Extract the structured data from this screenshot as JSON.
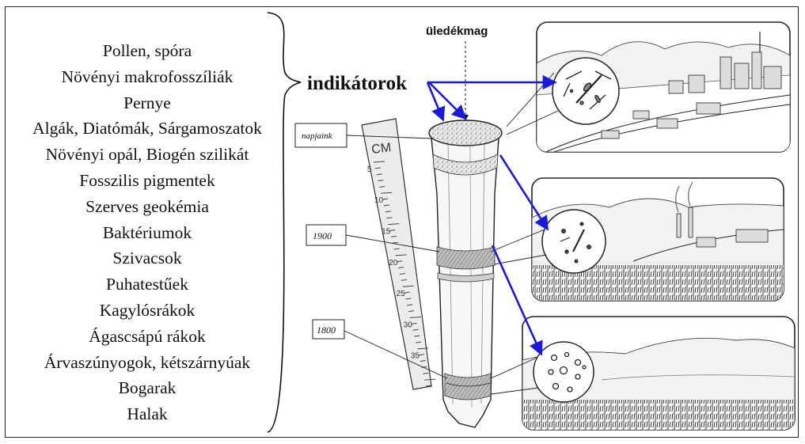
{
  "indicators": [
    "Pollen, spóra",
    "Növényi makrofosszíliák",
    "Pernye",
    "Algák, Diatómák, Sárgamoszatok",
    "Növényi opál, Biogén szilikát",
    "Fosszilis pigmentek",
    "Szerves geokémia",
    "Baktériumok",
    "Szivacsok",
    "Puhatestűek",
    "Kagylósrákok",
    "Ágascsápú rákok",
    "Árvaszúnyogok, kétszárnyúak",
    "Bogarak",
    "Halak"
  ],
  "indicator_heading": "indikátorok",
  "core_label": "üledékmag",
  "ruler": {
    "unit": "CM",
    "ticks": [
      "5",
      "10",
      "15",
      "20",
      "25",
      "30",
      "35"
    ]
  },
  "time_labels": {
    "present": "napjaink",
    "y1900": "1900",
    "y1800": "1800"
  },
  "colors": {
    "arrow": "#1a1adb",
    "ink": "#111111"
  }
}
